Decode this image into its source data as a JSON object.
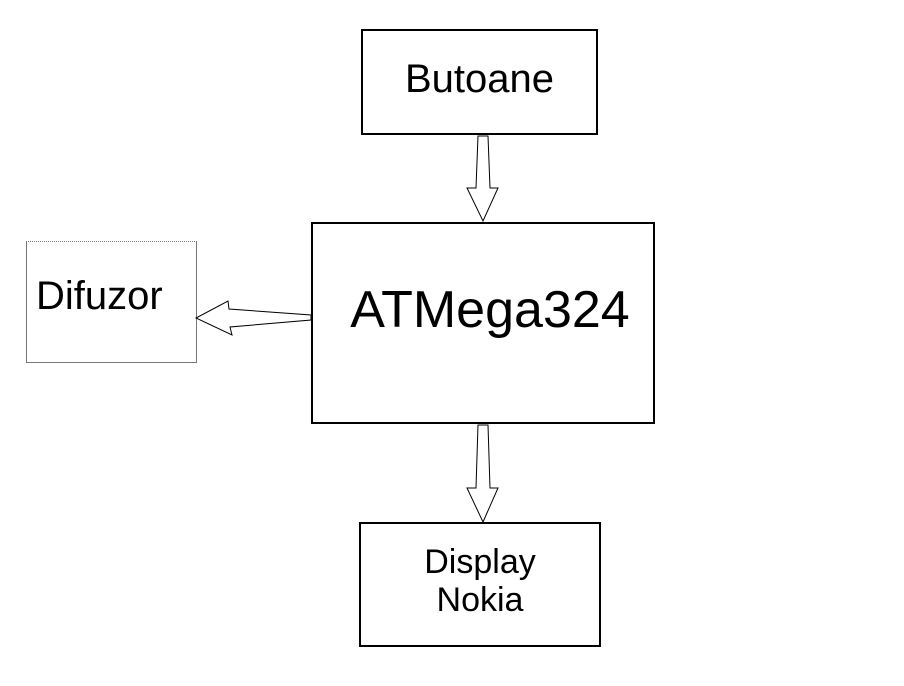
{
  "diagram": {
    "nodes": {
      "buttons": {
        "label": "Butoane"
      },
      "mcu": {
        "label": "ATMega324"
      },
      "speaker": {
        "label": "Difuzor"
      },
      "display": {
        "line1": "Display",
        "line2": "Nokia"
      }
    },
    "edges": [
      {
        "from": "Butoane",
        "to": "ATMega324"
      },
      {
        "from": "ATMega324",
        "to": "Difuzor"
      },
      {
        "from": "ATMega324",
        "to": "Display Nokia"
      }
    ],
    "colors": {
      "stroke": "#000000",
      "background": "#ffffff"
    }
  }
}
